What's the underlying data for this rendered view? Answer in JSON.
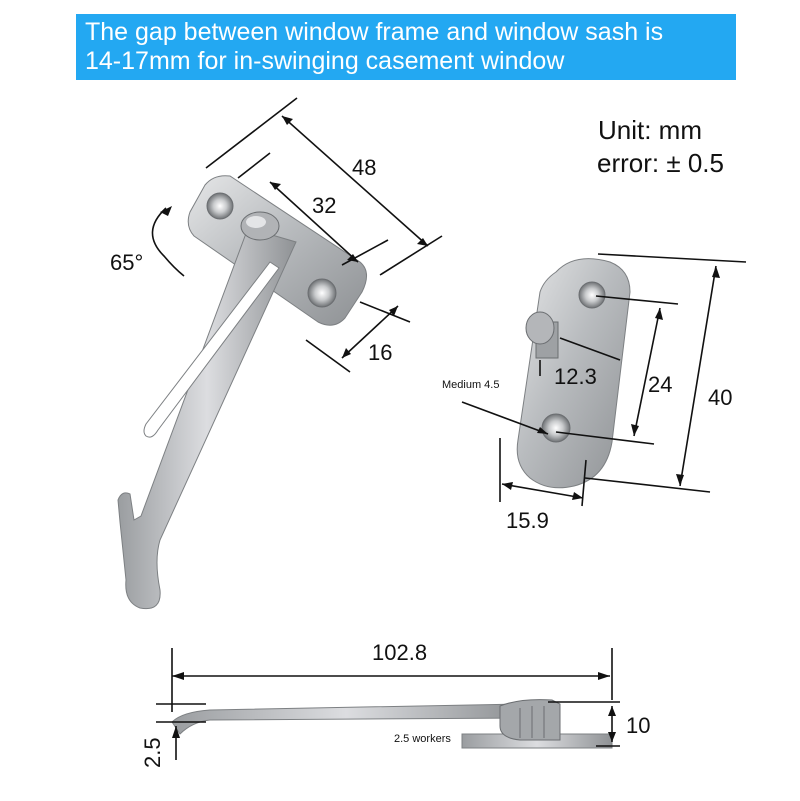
{
  "banner": {
    "line1": "The gap between window frame and window sash is",
    "line2": "14-17mm for in-swinging casement window"
  },
  "units": {
    "unit_text": "Unit: mm",
    "error_text": "error: ± 0.5"
  },
  "arm_dims": {
    "d48": "48",
    "d32": "32",
    "d16": "16",
    "angle": "65°"
  },
  "plate_dims": {
    "d12_3": "12.3",
    "d24": "24",
    "d40": "40",
    "d15_9": "15.9",
    "hole_note": "Medium 4.5"
  },
  "side_dims": {
    "d102_8": "102.8",
    "d10": "10",
    "d2_5": "2.5",
    "thickness_note": "2.5 workers"
  },
  "colors": {
    "banner_bg": "#23a8f2",
    "banner_text": "#ffffff",
    "metal": "#c4c6c8",
    "metal_dark": "#8e9194"
  }
}
